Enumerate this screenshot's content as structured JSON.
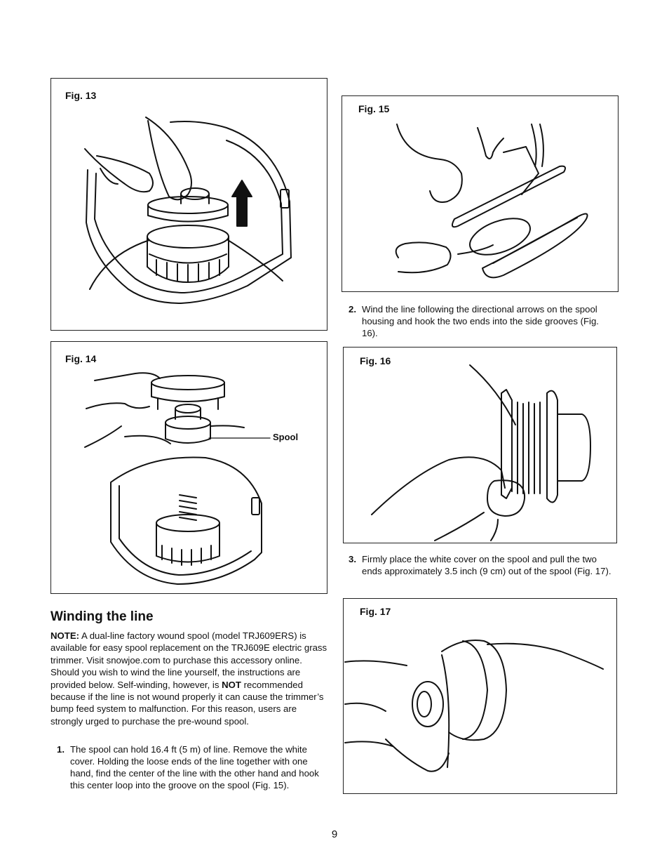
{
  "figures": {
    "fig13": "Fig. 13",
    "fig14": "Fig. 14",
    "fig15": "Fig. 15",
    "fig16": "Fig. 16",
    "fig17": "Fig. 17"
  },
  "fig14_callout": "Spool",
  "section": {
    "title": "Winding the line",
    "note_label": "NOTE:",
    "note_text_1": " A dual-line factory wound spool (model TRJ609ERS) is available for easy spool replacement on the TRJ609E electric grass trimmer. Visit snowjoe.com to purchase this accessory online. Should you wish to wind the line yourself, the instructions are provided below. Self-winding, however, is ",
    "note_bold": "NOT",
    "note_text_2": " recommended because if the line is not wound properly it can cause the trimmer’s bump feed system to malfunction. For this reason, users are strongly urged to purchase the pre-wound spool."
  },
  "steps": [
    {
      "num": "1.",
      "text": "The spool can hold 16.4 ft (5 m) of line. Remove the white cover. Holding the loose ends of the line together with one hand, find the center of the line with the other hand and hook this center loop into the groove on the spool (Fig. 15)."
    },
    {
      "num": "2.",
      "text": "Wind the line following the directional arrows on the spool housing and hook the two ends into the side grooves (Fig. 16)."
    },
    {
      "num": "3.",
      "text": "Firmly place the white cover on the spool and pull the two ends approximately 3.5 inch (9 cm) out of the spool (Fig. 17)."
    }
  ],
  "page_number": "9"
}
